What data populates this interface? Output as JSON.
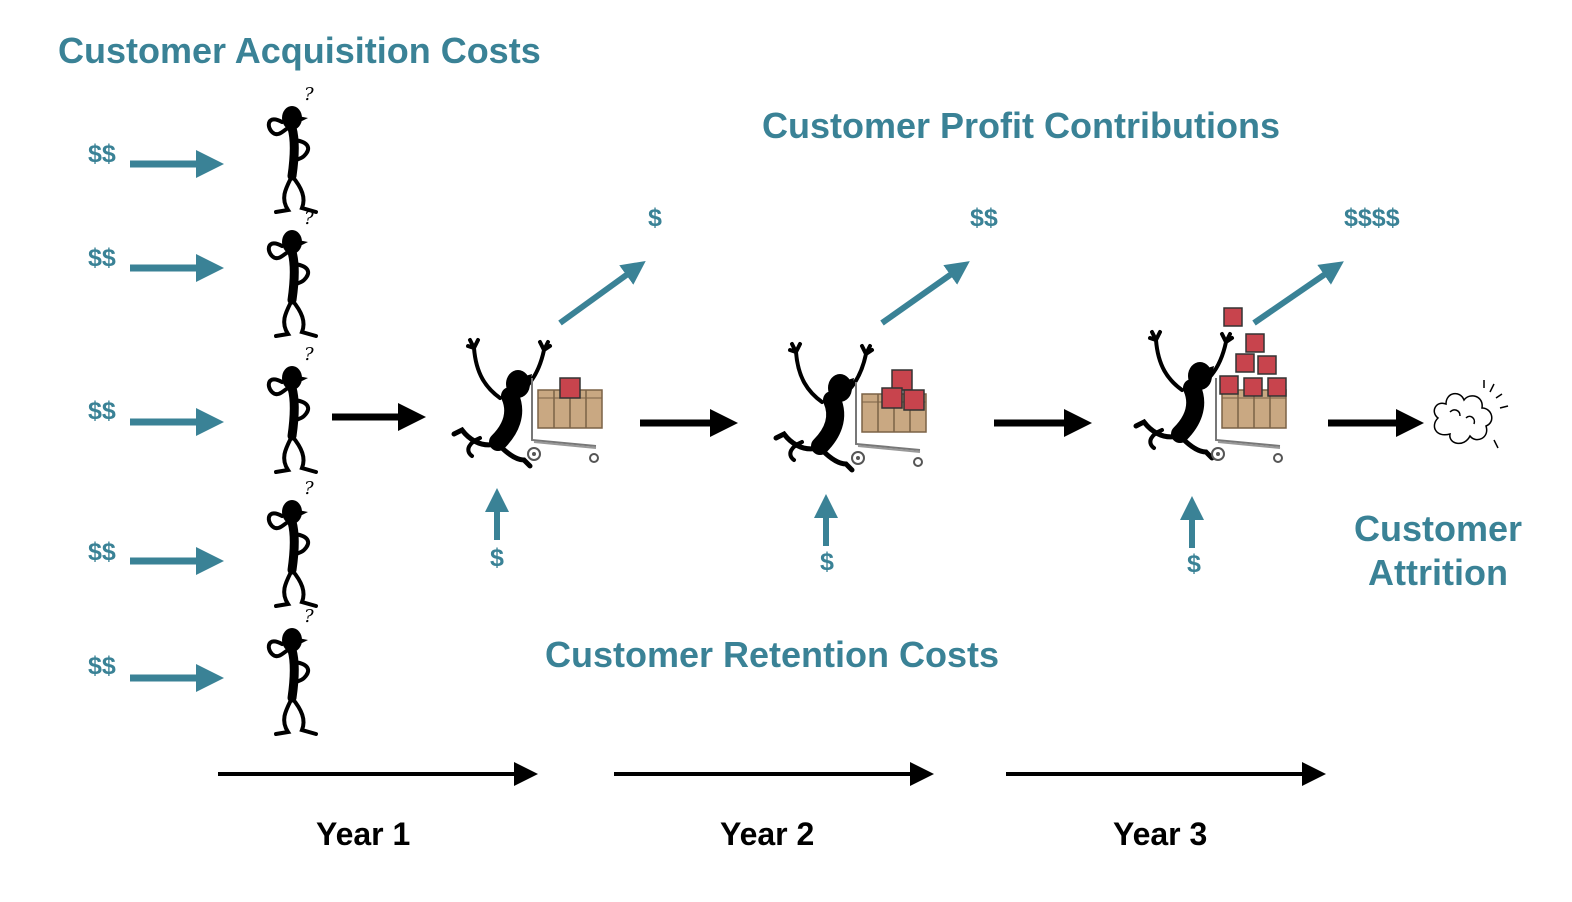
{
  "titles": {
    "acquisition": "Customer Acquisition Costs",
    "profit": "Customer Profit Contributions",
    "retention": "Customer Retention Costs",
    "attrition_line1": "Customer",
    "attrition_line2": "Attrition"
  },
  "acquisition_costs": [
    "$$",
    "$$",
    "$$",
    "$$",
    "$$"
  ],
  "profit_contributions": [
    "$",
    "$$",
    "$$$$"
  ],
  "retention_costs": [
    "$",
    "$",
    "$"
  ],
  "years": [
    "Year 1",
    "Year 2",
    "Year 3"
  ],
  "colors": {
    "accent": "#3a8296",
    "box": "#c8444d",
    "crate": "#c9a882",
    "ink": "#000000"
  },
  "icons": [
    "thinking-person-icon",
    "shopping-person-icon",
    "shopping-cart-icon",
    "cloud-puff-icon"
  ]
}
